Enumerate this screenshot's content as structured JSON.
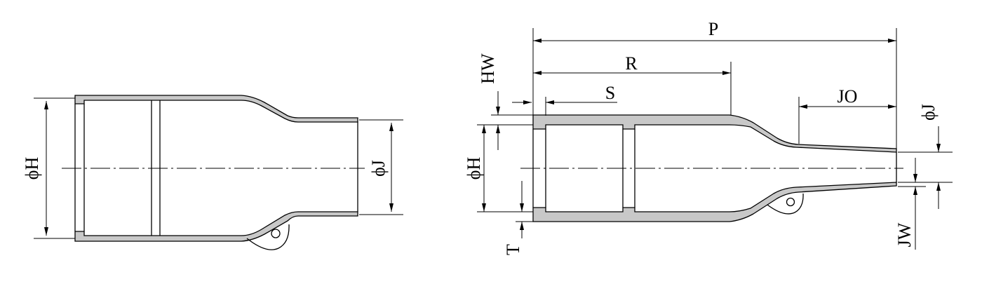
{
  "diagram": {
    "left_view": {
      "labels": {
        "outer_diameter": "ϕH",
        "neck_diameter": "ϕJ"
      }
    },
    "right_view": {
      "labels": {
        "total_length": "P",
        "body_length": "R",
        "inner_sleeve_length": "S",
        "neck_length": "JO",
        "body_wall": "HW",
        "outer_diameter": "ϕH",
        "neck_diameter": "ϕJ",
        "neck_wall": "JW",
        "thickness": "T"
      }
    },
    "colors": {
      "wall_fill": "#c8c8c8",
      "line": "#000000"
    }
  }
}
